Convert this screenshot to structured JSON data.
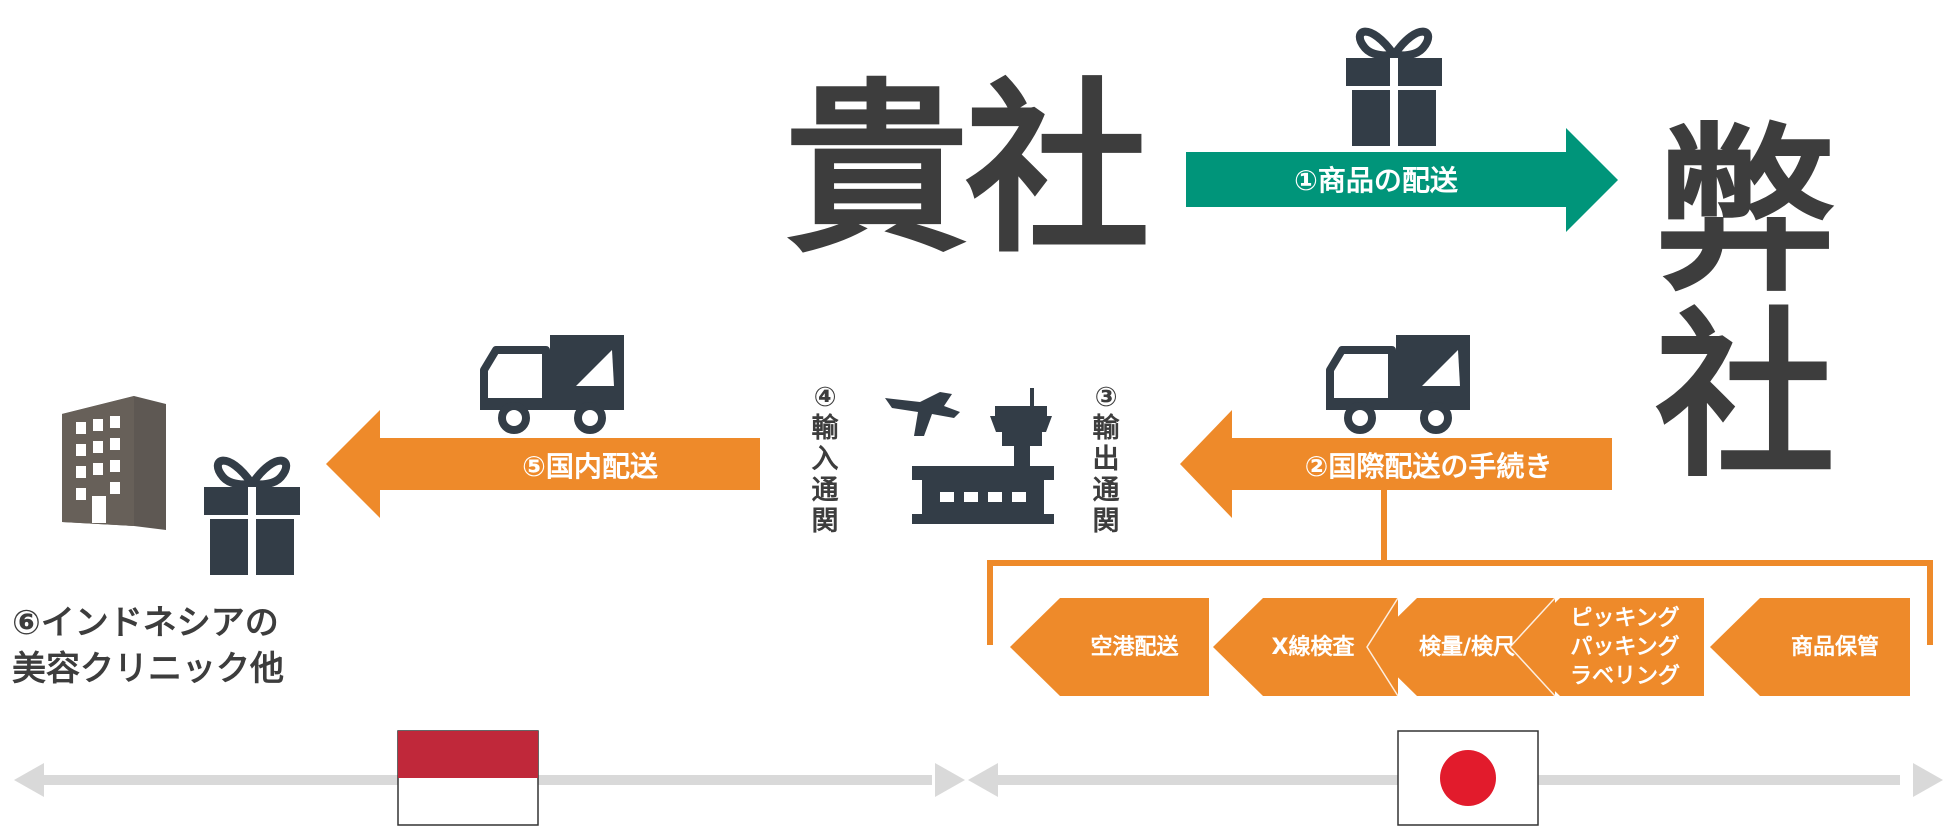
{
  "title": {
    "client": "貴社",
    "our_company": [
      "弊",
      "社"
    ]
  },
  "arrows": {
    "delivery": "①商品の配送",
    "international": "②国際配送の手続き",
    "domestic": "⑤国内配送"
  },
  "customs": {
    "export": [
      "③",
      "輸",
      "出",
      "通",
      "関"
    ],
    "import": [
      "④",
      "輸",
      "入",
      "通",
      "関"
    ]
  },
  "steps": [
    {
      "lines": [
        "空港配送"
      ]
    },
    {
      "lines": [
        "X線検査"
      ]
    },
    {
      "lines": [
        "検量/検尺"
      ]
    },
    {
      "lines": [
        "ピッキング",
        "パッキング",
        "ラベリング"
      ]
    },
    {
      "lines": [
        "商品保管"
      ]
    }
  ],
  "destination": {
    "line1": "⑥インドネシアの",
    "line2": "美容クリニック他"
  },
  "icons": [
    "gift-icon",
    "truck-icon",
    "airport-icon",
    "building-icon",
    "indonesia-flag-icon",
    "japan-flag-icon"
  ],
  "colors": {
    "green": "#00957a",
    "orange": "#ee8a2a",
    "dark": "#333d47",
    "gray_line": "#d9d9d9",
    "red_flag": "#c0283a",
    "red_sun": "#e21b2c"
  }
}
